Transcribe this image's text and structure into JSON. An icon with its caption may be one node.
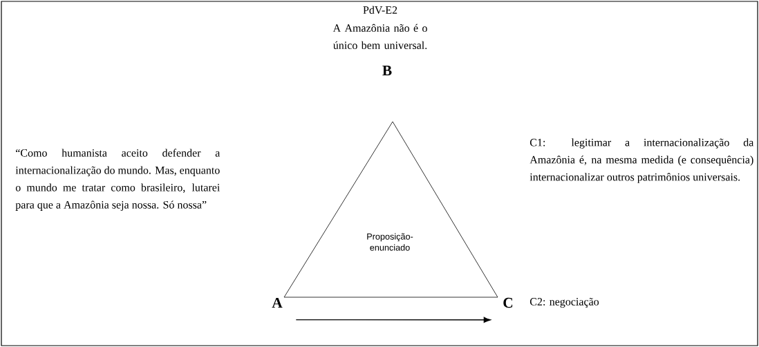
{
  "diagram": {
    "nodes": [
      {
        "text": [
          "Proposição-enunciado"
        ]
      },
      {
        "text": [
          "A"
        ]
      },
      {
        "text": [
          "C"
        ]
      }
    ],
    "edges": [
      {
        "from": 1,
        "to": 2,
        "arrow": "to"
      }
    ],
    "labels": [
      "PdV-E2",
      "A Amazônia não é o único bem universal.",
      "B",
      "“Como humanista aceito defender a internacionalização do mundo. Mas, enquanto o mundo me tratar como brasileiro, lutarei para que a Amazônia seja nossa. Só nossa”",
      "C1: legitimar a internacionalização da Amazônia é, na mesma medida (e consequência) internacionalizar outros patrimônios universais.",
      "C2: negociação"
    ]
  }
}
